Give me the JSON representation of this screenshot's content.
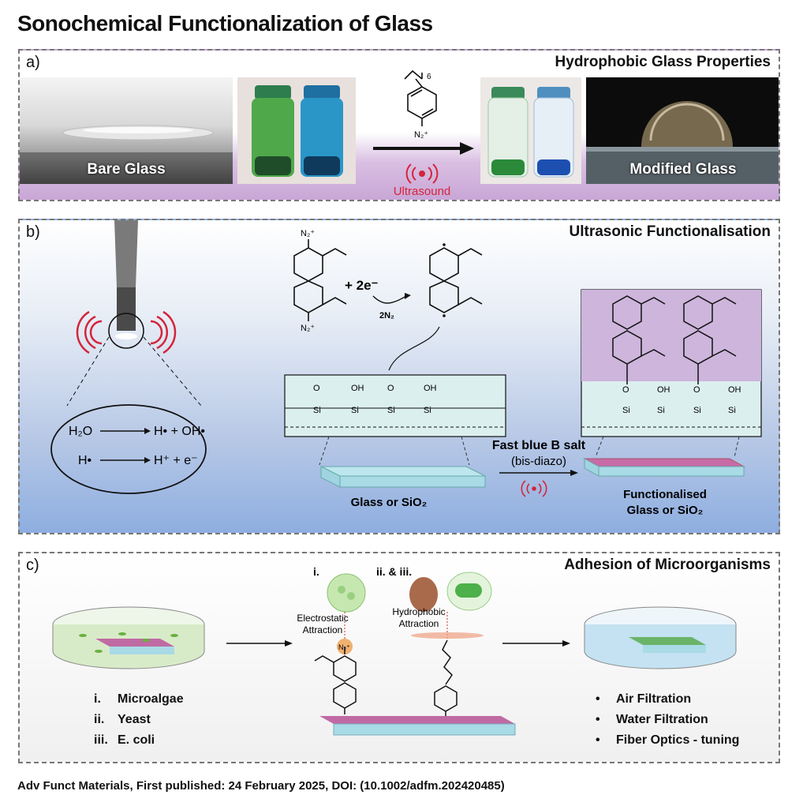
{
  "figure_title": "Sonochemical Functionalization of Glass",
  "panel_a": {
    "label": "a)",
    "title": "Hydrophobic Glass Properties",
    "bare_caption": "Bare Glass",
    "modified_caption": "Modified Glass",
    "reagent_subscript": "6",
    "reagent_group": "N₂⁺",
    "ultrasound_label": "Ultrasound"
  },
  "panel_b": {
    "label": "b)",
    "title": "Ultrasonic Functionalisation",
    "reaction1_left": "H₂O",
    "reaction1_right": "H• + OH•",
    "reaction2_left": "H•",
    "reaction2_right": "H⁺ + e⁻",
    "plus_electrons": "+ 2e⁻",
    "n2_loss": "2N₂",
    "diazo_top": "N₂⁺",
    "diazo_bottom": "N₂⁺",
    "surface_oh": "OH",
    "surface_o": "O",
    "surface_si": "Si",
    "reagent_name": "Fast blue B salt",
    "reagent_sub": "(bis-diazo)",
    "substrate_left": "Glass or SiO₂",
    "substrate_right_1": "Functionalised",
    "substrate_right_2": "Glass or SiO₂"
  },
  "panel_c": {
    "label": "c)",
    "title": "Adhesion of Microorganisms",
    "marker_i": "i.",
    "marker_ii_iii": "ii. & iii.",
    "electrostatic_1": "Electrostatic",
    "electrostatic_2": "Attraction",
    "hydrophobic_1": "Hydrophobic",
    "hydrophobic_2": "Attraction",
    "diazo_label": "N₂⁺",
    "organisms": [
      {
        "num": "i.",
        "name": "Microalgae"
      },
      {
        "num": "ii.",
        "name": "Yeast"
      },
      {
        "num": "iii.",
        "name": "E. coli"
      }
    ],
    "applications": [
      "Air Filtration",
      "Water Filtration",
      "Fiber Optics - tuning"
    ]
  },
  "footer": "Adv Funct Materials, First published: 24 February 2025, DOI: (10.1002/adfm.202420485)"
}
